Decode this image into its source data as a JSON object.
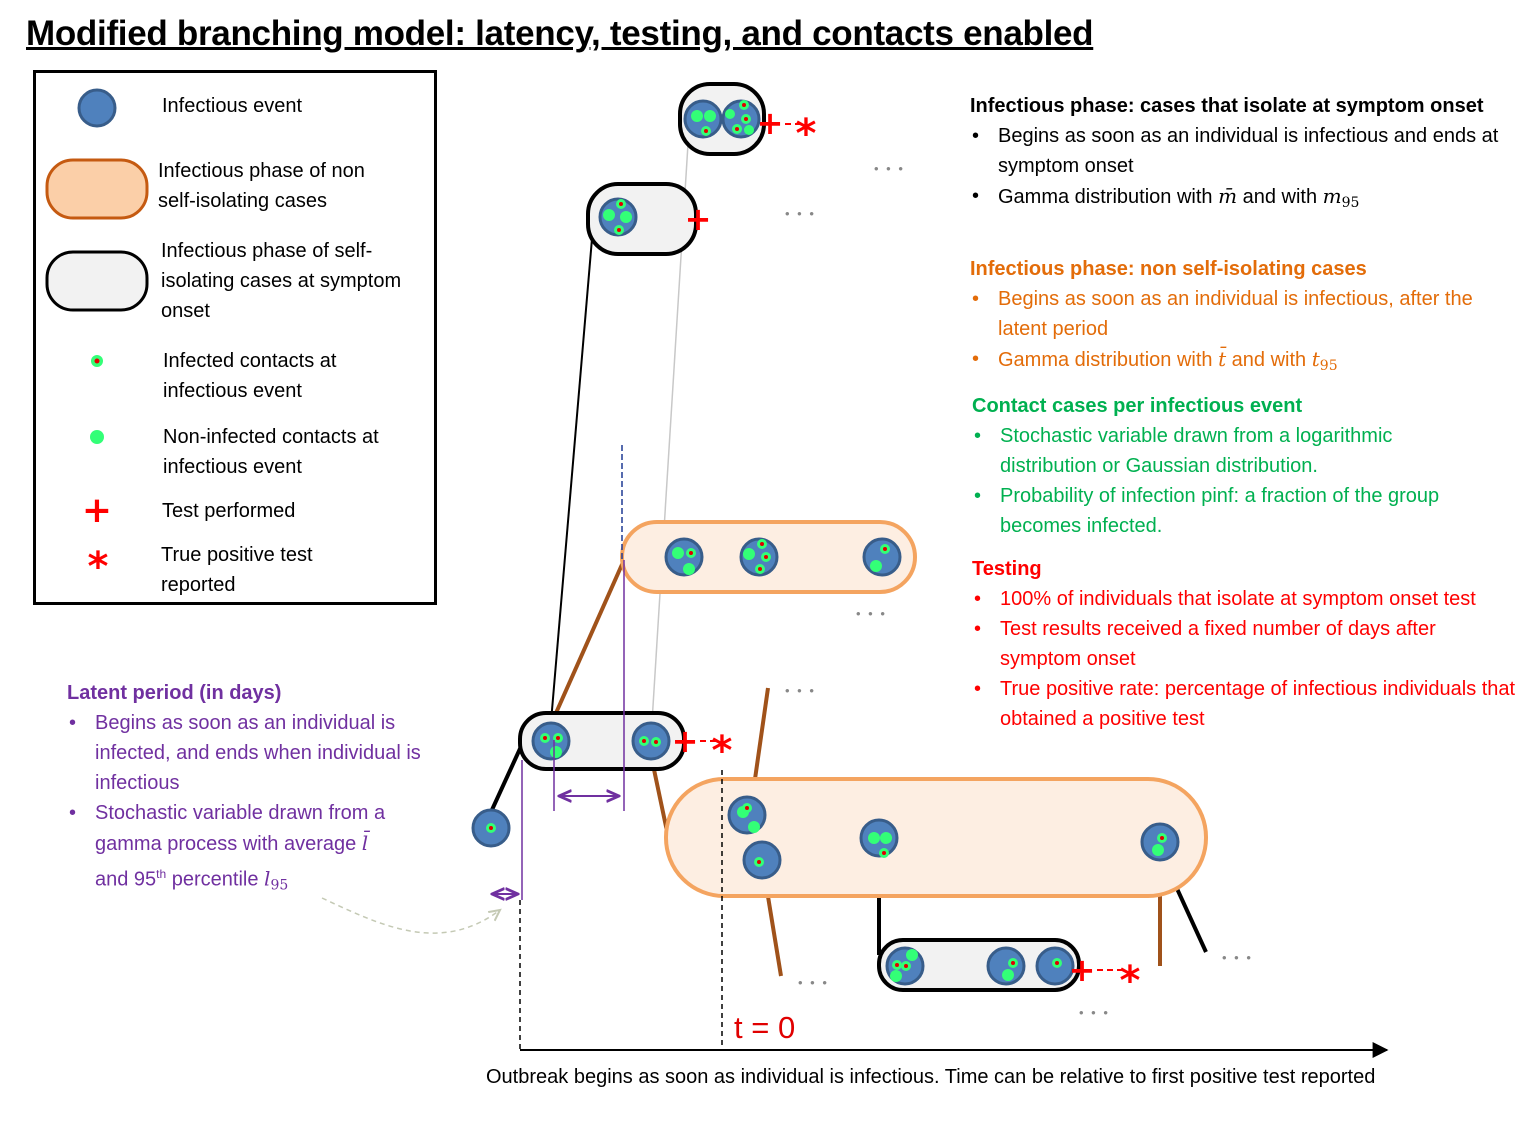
{
  "title": "Modified branching model: latency, testing, and contacts enabled",
  "legend": {
    "infectious_event": "Infectious event",
    "non_isolating_phase": "Infectious phase of non self-isolating cases",
    "isolating_phase": "Infectious phase of self-isolating cases  at symptom onset",
    "infected_contacts": "Infected contacts at infectious event",
    "non_infected_contacts": "Non-infected contacts at infectious event",
    "test_performed": "Test performed",
    "true_positive": "True positive test reported"
  },
  "isolating_block": {
    "heading": "Infectious phase: cases that isolate at symptom onset",
    "item1": "Begins as soon as an individual is infectious and ends at symptom onset",
    "item2_text1": "Gamma distribution with ",
    "item2_sym1": "m̄",
    "item2_text2": " and with ",
    "item2_sym2": "m",
    "item2_sub2": "95"
  },
  "non_isolating_block": {
    "heading": "Infectious phase: non self-isolating cases",
    "item1": "Begins as soon as an individual is infectious, after the latent period",
    "item2_text1": "Gamma distribution with ",
    "item2_sym1": "t̄",
    "item2_text2": " and with ",
    "item2_sym2": "t",
    "item2_sub2": "95"
  },
  "contacts_block": {
    "heading": "Contact cases per infectious event",
    "item1": "Stochastic variable drawn from a logarithmic distribution or Gaussian distribution.",
    "item2": "Probability of infection pinf: a fraction of the group becomes infected."
  },
  "testing_block": {
    "heading": "Testing",
    "item1": "100% of individuals that isolate at symptom onset test",
    "item2": "Test results received a fixed number of days after symptom onset",
    "item3": "True positive rate: percentage of infectious individuals that obtained a positive test"
  },
  "latent_block": {
    "heading": "Latent period (in days)",
    "item1": "Begins as soon as an individual is infected, and ends when individual is infectious",
    "item2_text1": "Stochastic variable drawn from a gamma process with average ",
    "item2_sym1": "l̄",
    "item2_text2": "and 95",
    "item2_sup": "th",
    "item2_text3": " percentile ",
    "item2_sym2": "l",
    "item2_sub2": "95"
  },
  "t_zero_label": "t = 0",
  "axis_caption": "Outbreak begins as soon as individual is infectious. Time can be relative to first positive test reported",
  "ellipsis": "• • •",
  "colors": {
    "black": "#000000",
    "orange": "#ed7d31",
    "green": "#00a651",
    "red": "#ff0000",
    "purple": "#7030a0",
    "event_blue": "#4472c4",
    "contact_green": "#33ff77",
    "peach_fill": "#fdeee2",
    "grey_fill": "#f0f0f0",
    "brown_line": "#a0521a"
  }
}
